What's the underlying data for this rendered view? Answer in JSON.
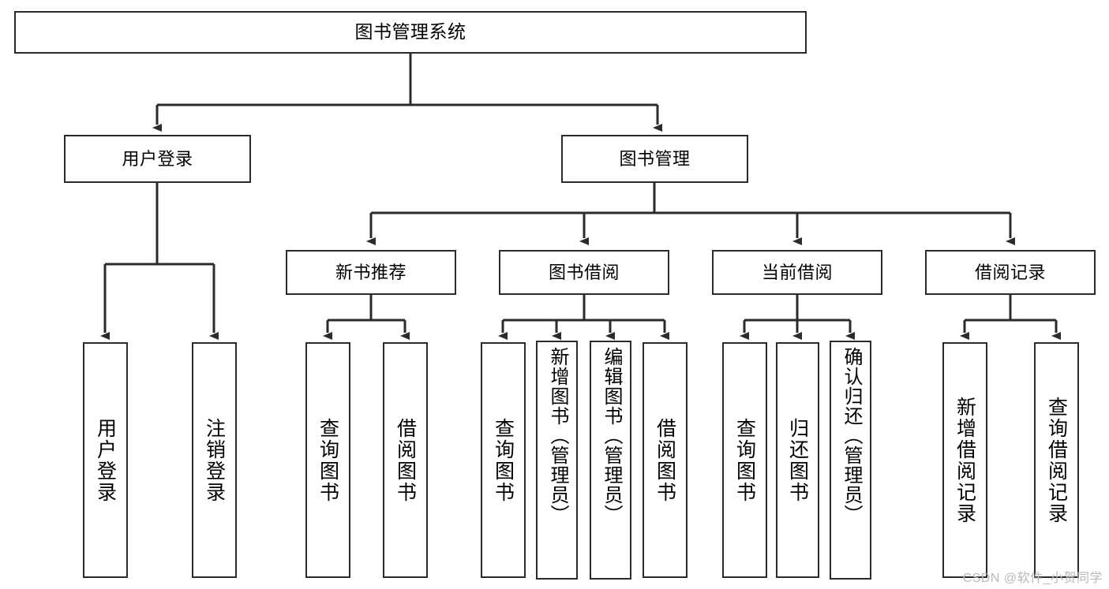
{
  "diagram": {
    "title": "图书管理系统",
    "type": "tree",
    "style": {
      "border_color": "#2b2b2b",
      "fill_color": "#ffffff",
      "text_color": "#000000",
      "line_color": "#2b2b2b",
      "background": "#ffffff",
      "watermark_color": "#b9b9b9"
    },
    "nodes": {
      "root": {
        "label": "图书管理系统",
        "level": 1
      },
      "l2": [
        {
          "id": "user-login",
          "label": "用户登录",
          "level": 2
        },
        {
          "id": "book-manage",
          "label": "图书管理",
          "level": 2
        }
      ],
      "l3": [
        {
          "id": "new-book-recommend",
          "label": "新书推荐",
          "level": 3,
          "parent": "book-manage"
        },
        {
          "id": "book-borrow",
          "label": "图书借阅",
          "level": 3,
          "parent": "book-manage"
        },
        {
          "id": "current-borrow",
          "label": "当前借阅",
          "level": 3,
          "parent": "book-manage"
        },
        {
          "id": "borrow-record",
          "label": "借阅记录",
          "level": 3,
          "parent": "book-manage"
        }
      ],
      "leaves": [
        {
          "id": "leaf-user-login",
          "label": "用户登录",
          "parent": "user-login"
        },
        {
          "id": "leaf-user-logout",
          "label": "注销登录",
          "parent": "user-login"
        },
        {
          "id": "leaf-query-book-1",
          "label": "查询图书",
          "parent": "new-book-recommend"
        },
        {
          "id": "leaf-borrow-book-1",
          "label": "借阅图书",
          "parent": "new-book-recommend"
        },
        {
          "id": "leaf-query-book-2",
          "label": "查询图书",
          "parent": "book-borrow"
        },
        {
          "id": "leaf-add-book",
          "label": "新增图书（管理员）",
          "parent": "book-borrow"
        },
        {
          "id": "leaf-edit-book",
          "label": "编辑图书（管理员）",
          "parent": "book-borrow"
        },
        {
          "id": "leaf-borrow-book-2",
          "label": "借阅图书",
          "parent": "book-borrow"
        },
        {
          "id": "leaf-query-book-3",
          "label": "查询图书",
          "parent": "current-borrow"
        },
        {
          "id": "leaf-return-book",
          "label": "归还图书",
          "parent": "current-borrow"
        },
        {
          "id": "leaf-confirm-return",
          "label": "确认归还（管理员）",
          "parent": "current-borrow"
        },
        {
          "id": "leaf-add-record",
          "label": "新增借阅记录",
          "parent": "borrow-record"
        },
        {
          "id": "leaf-query-record",
          "label": "查询借阅记录",
          "parent": "borrow-record"
        }
      ]
    }
  },
  "watermark": {
    "text": "CSDN @软件_小贺同学"
  }
}
